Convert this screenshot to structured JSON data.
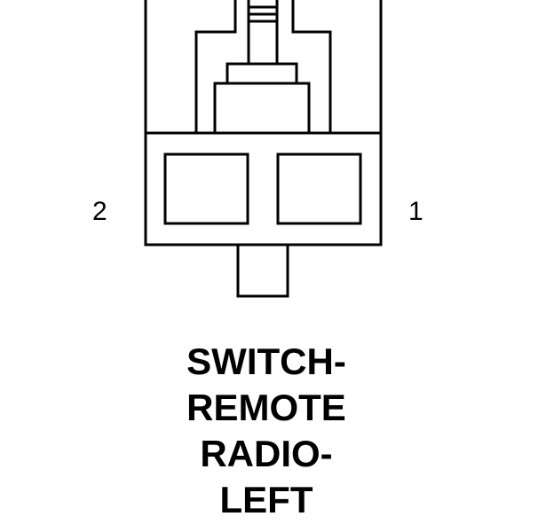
{
  "pins": {
    "left": "2",
    "right": "1"
  },
  "caption": {
    "lines": [
      "SWITCH-",
      "REMOTE",
      "RADIO-",
      "LEFT"
    ]
  },
  "colors": {
    "stroke": "#000000",
    "background": "#ffffff"
  }
}
